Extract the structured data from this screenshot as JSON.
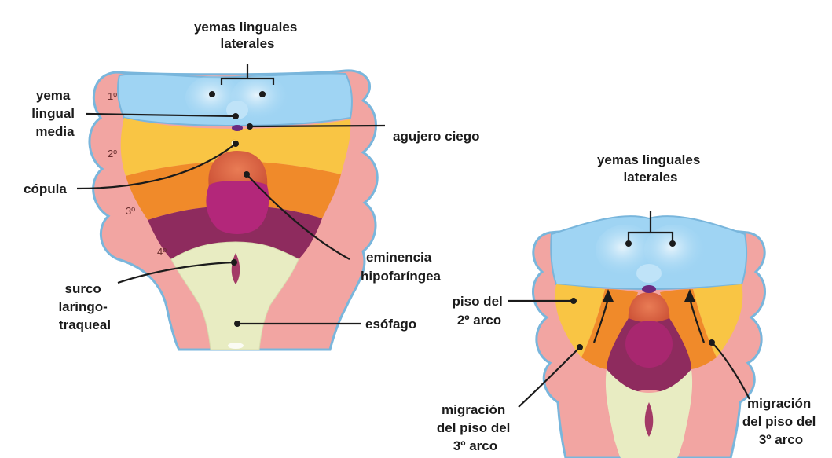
{
  "left_diagram": {
    "arch_numbers": [
      "1º",
      "2º",
      "3º",
      "4º"
    ],
    "labels": {
      "yemas_linguales_laterales": [
        "yemas linguales",
        "laterales"
      ],
      "yema_lingual_media": [
        "yema",
        "lingual",
        "media"
      ],
      "agujero_ciego": [
        "agujero ciego"
      ],
      "copula": [
        "cópula"
      ],
      "eminencia_hipofaringea": [
        "eminencia",
        "hipofaríngea"
      ],
      "surco_laringotraqueal": [
        "surco",
        "laringo-",
        "traqueal"
      ],
      "esofago": [
        "esófago"
      ]
    }
  },
  "right_diagram": {
    "labels": {
      "yemas_linguales_laterales": [
        "yemas linguales",
        "laterales"
      ],
      "piso_2_arco": [
        "piso del",
        "2º arco"
      ],
      "migracion_left": [
        "migración",
        "del piso del",
        "3º arco"
      ],
      "migracion_right": [
        "migración",
        "del piso del",
        "3º arco"
      ]
    }
  },
  "colors": {
    "outline": "#79b6dc",
    "pink_tissue": "#f2a5a2",
    "arch1_blue": "#9fd4f3",
    "arch2_yellow": "#f9c544",
    "arch3_orange": "#f08a2a",
    "arch4_maroon": "#8e2b5e",
    "hypopharyngeal_magenta": "#b3277a",
    "copula_red": "#d9603b",
    "esophagus_green": "#e8ecc2",
    "foramen_purple": "#6a2a80"
  }
}
